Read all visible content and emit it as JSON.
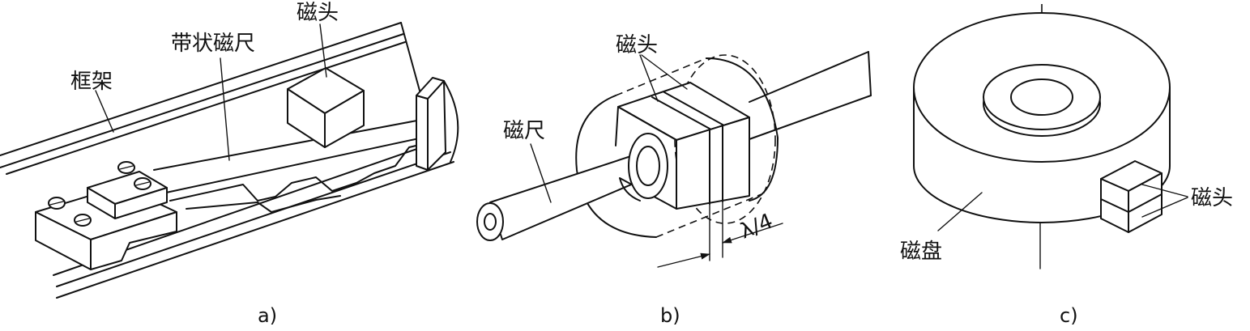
{
  "panel_a": {
    "caption": "a)",
    "frame_label": "框架",
    "tape_scale_label": "带状磁尺",
    "head_label": "磁头"
  },
  "panel_b": {
    "caption": "b)",
    "head_label": "磁头",
    "rod_scale_label": "磁尺",
    "pitch_label": "λ/4"
  },
  "panel_c": {
    "caption": "c)",
    "head_label": "磁头",
    "disk_label": "磁盘"
  }
}
